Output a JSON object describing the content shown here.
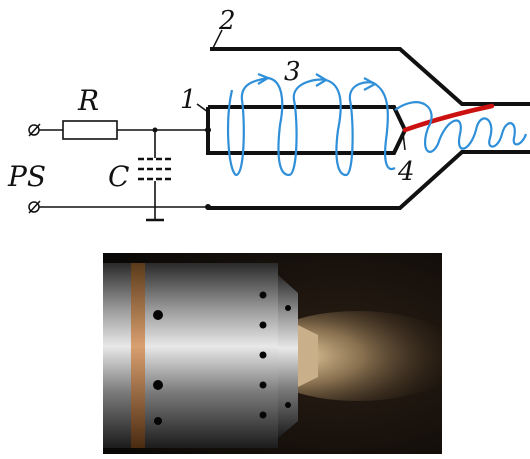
{
  "labels": {
    "resistor": "R",
    "capacitor": "C",
    "power_supply": "PS",
    "electrode": "1",
    "housing": "2",
    "vortex": "3",
    "arc": "4"
  },
  "colors": {
    "line": "#111111",
    "vortex": "#2f8fd8",
    "arc": "#cc1111"
  },
  "photo": {
    "description": "photo"
  }
}
